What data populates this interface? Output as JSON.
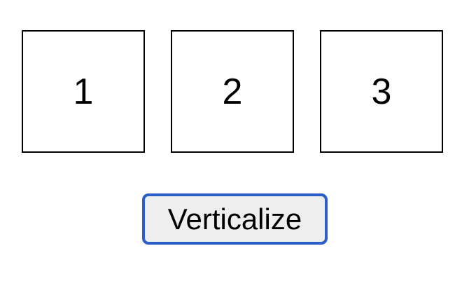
{
  "boxes": [
    {
      "label": "1"
    },
    {
      "label": "2"
    },
    {
      "label": "3"
    }
  ],
  "button": {
    "label": "Verticalize"
  },
  "colors": {
    "focus_ring": "#2b5fc7",
    "button_bg": "#eeeeee",
    "box_border": "#000000"
  }
}
